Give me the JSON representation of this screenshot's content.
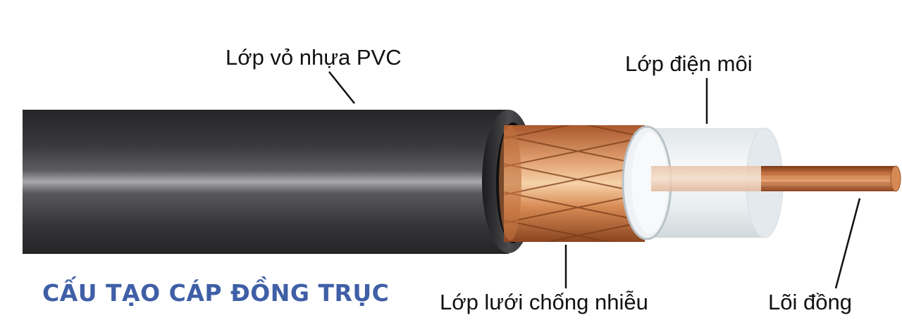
{
  "diagram": {
    "title": "CẤU TẠO CÁP ĐỒNG TRỤC",
    "title_color": "#3f5fa6",
    "labels": {
      "jacket": "Lớp vỏ nhựa PVC",
      "dielectric": "Lớp điện môi",
      "shield": "Lớp lưới chống nhiễu",
      "core": "Lõi đồng"
    },
    "layers": [
      {
        "name": "Lớp vỏ nhựa PVC",
        "color": "#2a2a2c"
      },
      {
        "name": "Lớp lưới chống nhiễu",
        "color": "#c97a45"
      },
      {
        "name": "Lớp điện môi",
        "color": "#e6ecef"
      },
      {
        "name": "Lõi đồng",
        "color": "#b8642f"
      }
    ]
  }
}
